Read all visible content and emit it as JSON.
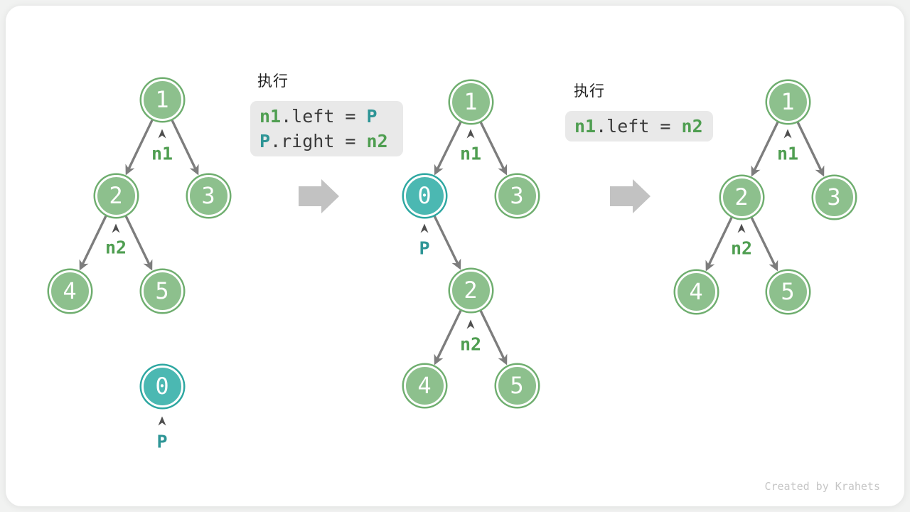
{
  "watermark": "Created by Krahets",
  "steps": {
    "code1": {
      "exec_label": "执行",
      "line1": {
        "lhs": "n1",
        "mid": ".left = ",
        "rhs": "P"
      },
      "line2": {
        "lhs": "P",
        "mid": ".right = ",
        "rhs": "n2"
      }
    },
    "code2": {
      "exec_label": "执行",
      "line1": {
        "lhs": "n1",
        "mid": ".left = ",
        "rhs": "n2"
      }
    }
  },
  "tree_left": {
    "node1": "1",
    "node2": "2",
    "node3": "3",
    "node4": "4",
    "node5": "5",
    "node0": "0",
    "ptr_n1": "n1",
    "ptr_n2": "n2",
    "ptr_p": "P"
  },
  "tree_middle": {
    "node1": "1",
    "node0": "0",
    "node3": "3",
    "node2": "2",
    "node4": "4",
    "node5": "5",
    "ptr_n1": "n1",
    "ptr_p": "P",
    "ptr_n2": "n2"
  },
  "tree_right": {
    "node1": "1",
    "node2": "2",
    "node3": "3",
    "node4": "4",
    "node5": "5",
    "ptr_n1": "n1",
    "ptr_n2": "n2"
  },
  "colors": {
    "node_green_fill": "#8dc08d",
    "node_green_border": "#6fae6f",
    "node_teal_fill": "#4bb8b2",
    "node_teal_border": "#2da7a1",
    "edge_gray": "#7d7d7d",
    "code_green": "#4f9e51",
    "code_teal": "#2e9596",
    "code_background": "#e9e9e9",
    "block_arrow_gray": "#c2c2c2"
  }
}
